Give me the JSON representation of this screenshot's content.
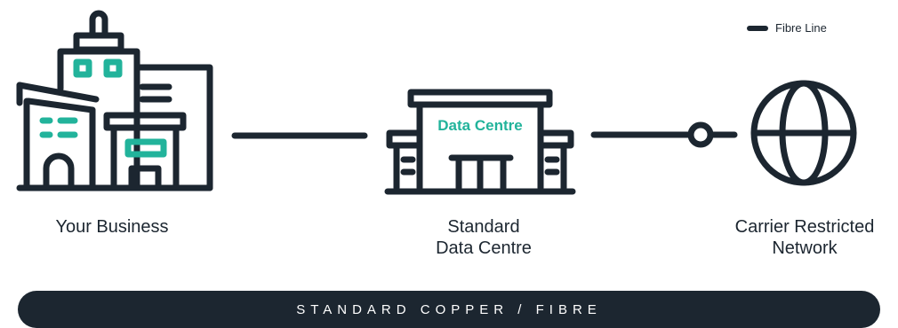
{
  "legend": {
    "label": "Fibre Line",
    "color": "#1c2630"
  },
  "colors": {
    "ink": "#1c2630",
    "accent": "#22b39b",
    "background": "#ffffff"
  },
  "nodes": [
    {
      "icon": "office-buildings-icon",
      "label": "Your Business"
    },
    {
      "icon": "data-centre-building-icon",
      "label": "Standard\nData Centre",
      "sign_text": "Data Centre"
    },
    {
      "icon": "globe-icon",
      "label": "Carrier Restricted\nNetwork"
    }
  ],
  "footer": {
    "label": "STANDARD COPPER / FIBRE"
  }
}
